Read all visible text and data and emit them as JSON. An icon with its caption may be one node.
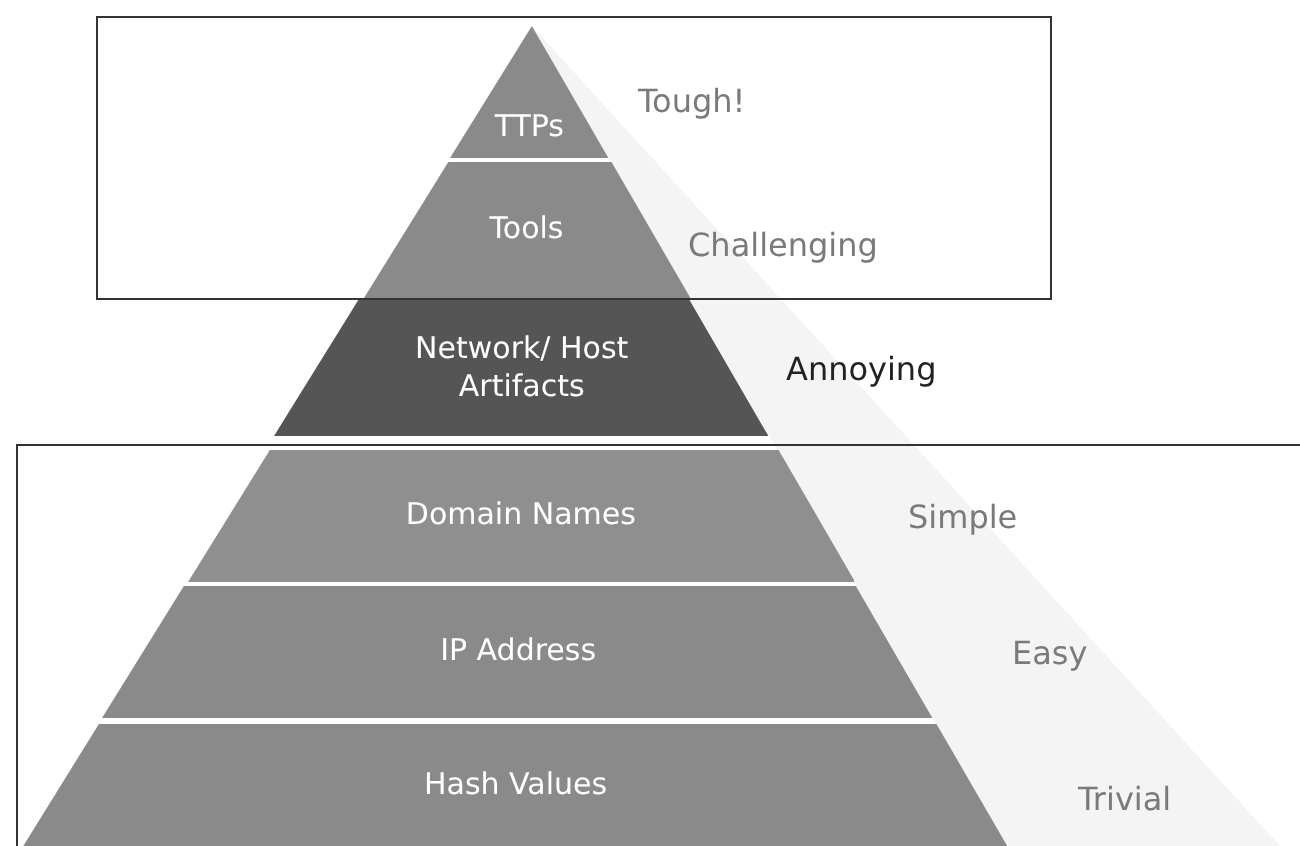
{
  "diagram": {
    "nodes": [
      {
        "text": [],
        "shape": "box"
      },
      {
        "text": [
          "TTPs"
        ],
        "in": 0,
        "beside": [
          "Tough!"
        ]
      },
      {
        "text": [
          "Tools"
        ],
        "in": 0,
        "beside": [
          "Challenging"
        ]
      },
      {
        "text": [
          "Network/ Host Artifacts"
        ],
        "beside": [
          "Annoying"
        ]
      },
      {
        "text": [],
        "shape": "box"
      },
      {
        "text": [
          "Domain Names"
        ],
        "in": 4,
        "beside": [
          "Simple"
        ]
      },
      {
        "text": [
          "IP Address"
        ],
        "in": 4,
        "beside": [
          "Easy"
        ]
      },
      {
        "text": [
          "Hash Values"
        ],
        "in": 4,
        "beside": [
          "Trivial"
        ]
      }
    ],
    "edges": []
  }
}
